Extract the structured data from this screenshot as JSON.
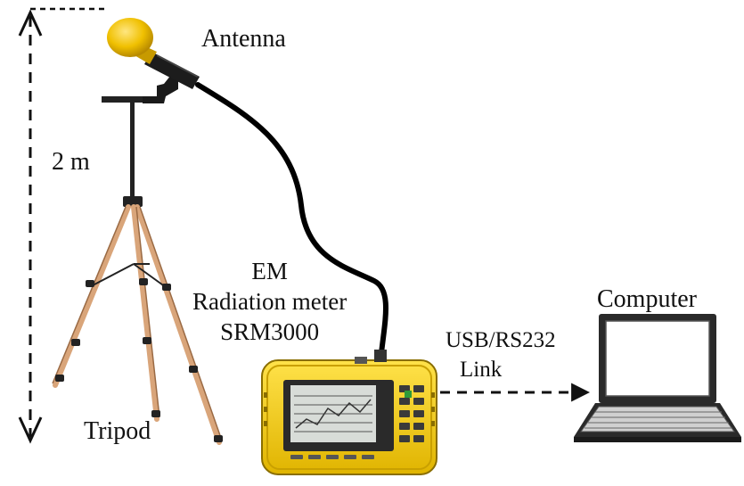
{
  "labels": {
    "antenna": "Antenna",
    "height": "2 m",
    "tripod": "Tripod",
    "meter_line1": "EM",
    "meter_line2": "Radiation meter",
    "meter_line3": "SRM3000",
    "link_line1": "USB/RS232",
    "link_line2": "Link",
    "computer": "Computer"
  },
  "colors": {
    "meter_body": "#f2cc00",
    "tripod_legs": "#d9a57a",
    "cable": "#000000",
    "antenna_head": "#f0c000"
  },
  "icons": {
    "antenna": "antenna-icon",
    "tripod": "tripod-icon",
    "meter": "radiation-meter-icon",
    "computer": "laptop-icon"
  }
}
